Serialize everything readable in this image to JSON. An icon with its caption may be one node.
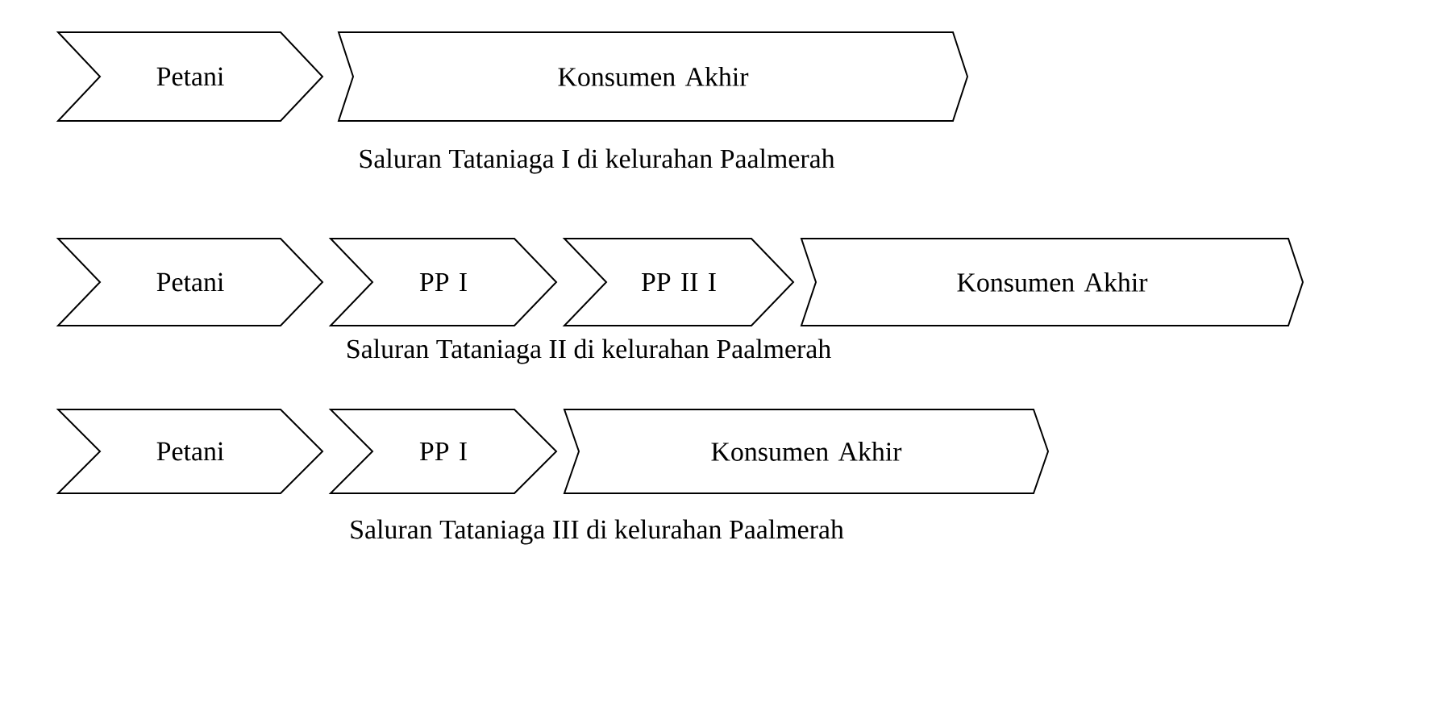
{
  "diagram": {
    "nodes": [
      {
        "text": [
          "Petani"
        ]
      },
      {
        "text": [
          "Konsumen Akhir"
        ]
      },
      {
        "text": [
          "Petani"
        ]
      },
      {
        "text": [
          "PP I"
        ]
      },
      {
        "text": [
          "PP II I"
        ]
      },
      {
        "text": [
          "Konsumen Akhir"
        ]
      },
      {
        "text": [
          "Petani"
        ]
      },
      {
        "text": [
          "PP I"
        ]
      },
      {
        "text": [
          "Konsumen Akhir"
        ]
      }
    ],
    "labels": [
      "Saluran Tataniaga I di kelurahan Paalmerah",
      "Saluran Tataniaga II di kelurahan Paalmerah",
      "Saluran Tataniaga III di kelurahan Paalmerah"
    ]
  }
}
